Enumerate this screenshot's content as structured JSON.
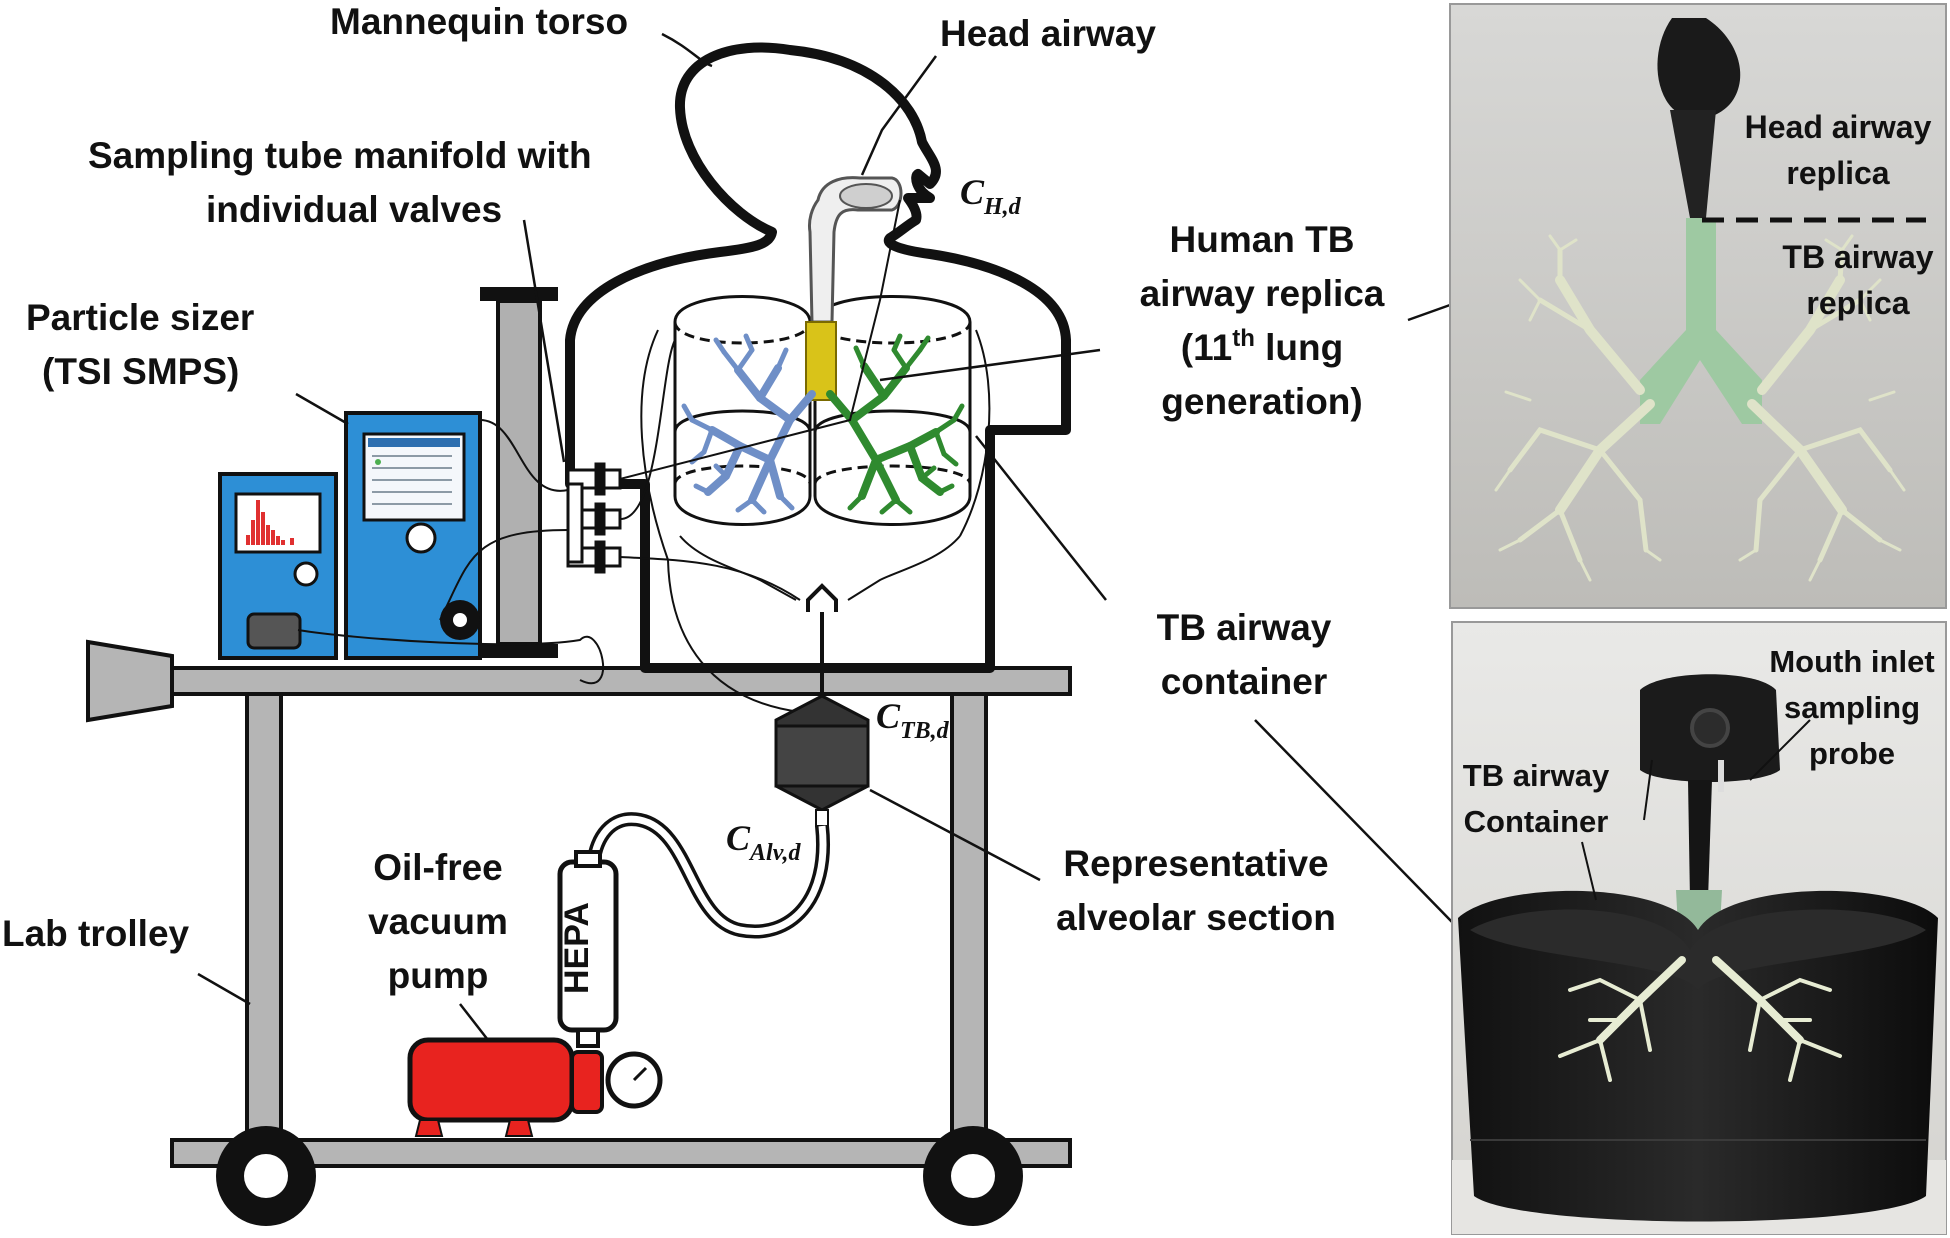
{
  "labels": {
    "mannequin_torso": "Mannequin torso",
    "head_airway": "Head airway",
    "sampling_manifold_line1": "Sampling tube manifold with",
    "sampling_manifold_line2": "individual valves",
    "particle_sizer_line1": "Particle sizer",
    "particle_sizer_line2": "(TSI SMPS)",
    "human_tb_line1": "Human TB",
    "human_tb_line2": "airway replica",
    "human_tb_line3_pre": "(11",
    "human_tb_line3_sup": "th",
    "human_tb_line3_post": " lung",
    "human_tb_line4": "generation)",
    "tb_container_line1": "TB airway",
    "tb_container_line2": "container",
    "lab_trolley": "Lab trolley",
    "vacuum_pump_line1": "Oil-free",
    "vacuum_pump_line2": "vacuum",
    "vacuum_pump_line3": "pump",
    "hepa": "HEPA",
    "alveolar_line1": "Representative",
    "alveolar_line2": "alveolar section"
  },
  "symbols": {
    "c_head": {
      "main": "C",
      "sub": "H,d"
    },
    "c_tb": {
      "main": "C",
      "sub": "TB,d"
    },
    "c_alv": {
      "main": "C",
      "sub": "Alv,d"
    }
  },
  "photo_top": {
    "head_line1": "Head airway",
    "head_line2": "replica",
    "tb_line1": "TB airway",
    "tb_line2": "replica"
  },
  "photo_bottom": {
    "probe_line1": "Mouth inlet",
    "probe_line2": "sampling",
    "probe_line3": "probe",
    "container_line1": "TB airway",
    "container_line2": "Container"
  },
  "colors": {
    "instrument_blue": "#2d8fd6",
    "pump_red": "#e8231f",
    "left_lung_blue": "#6f8fc7",
    "right_lung_green": "#2f8a2f",
    "trachea_yellow": "#d9c319",
    "trolley_gray": "#b5b5b5"
  }
}
